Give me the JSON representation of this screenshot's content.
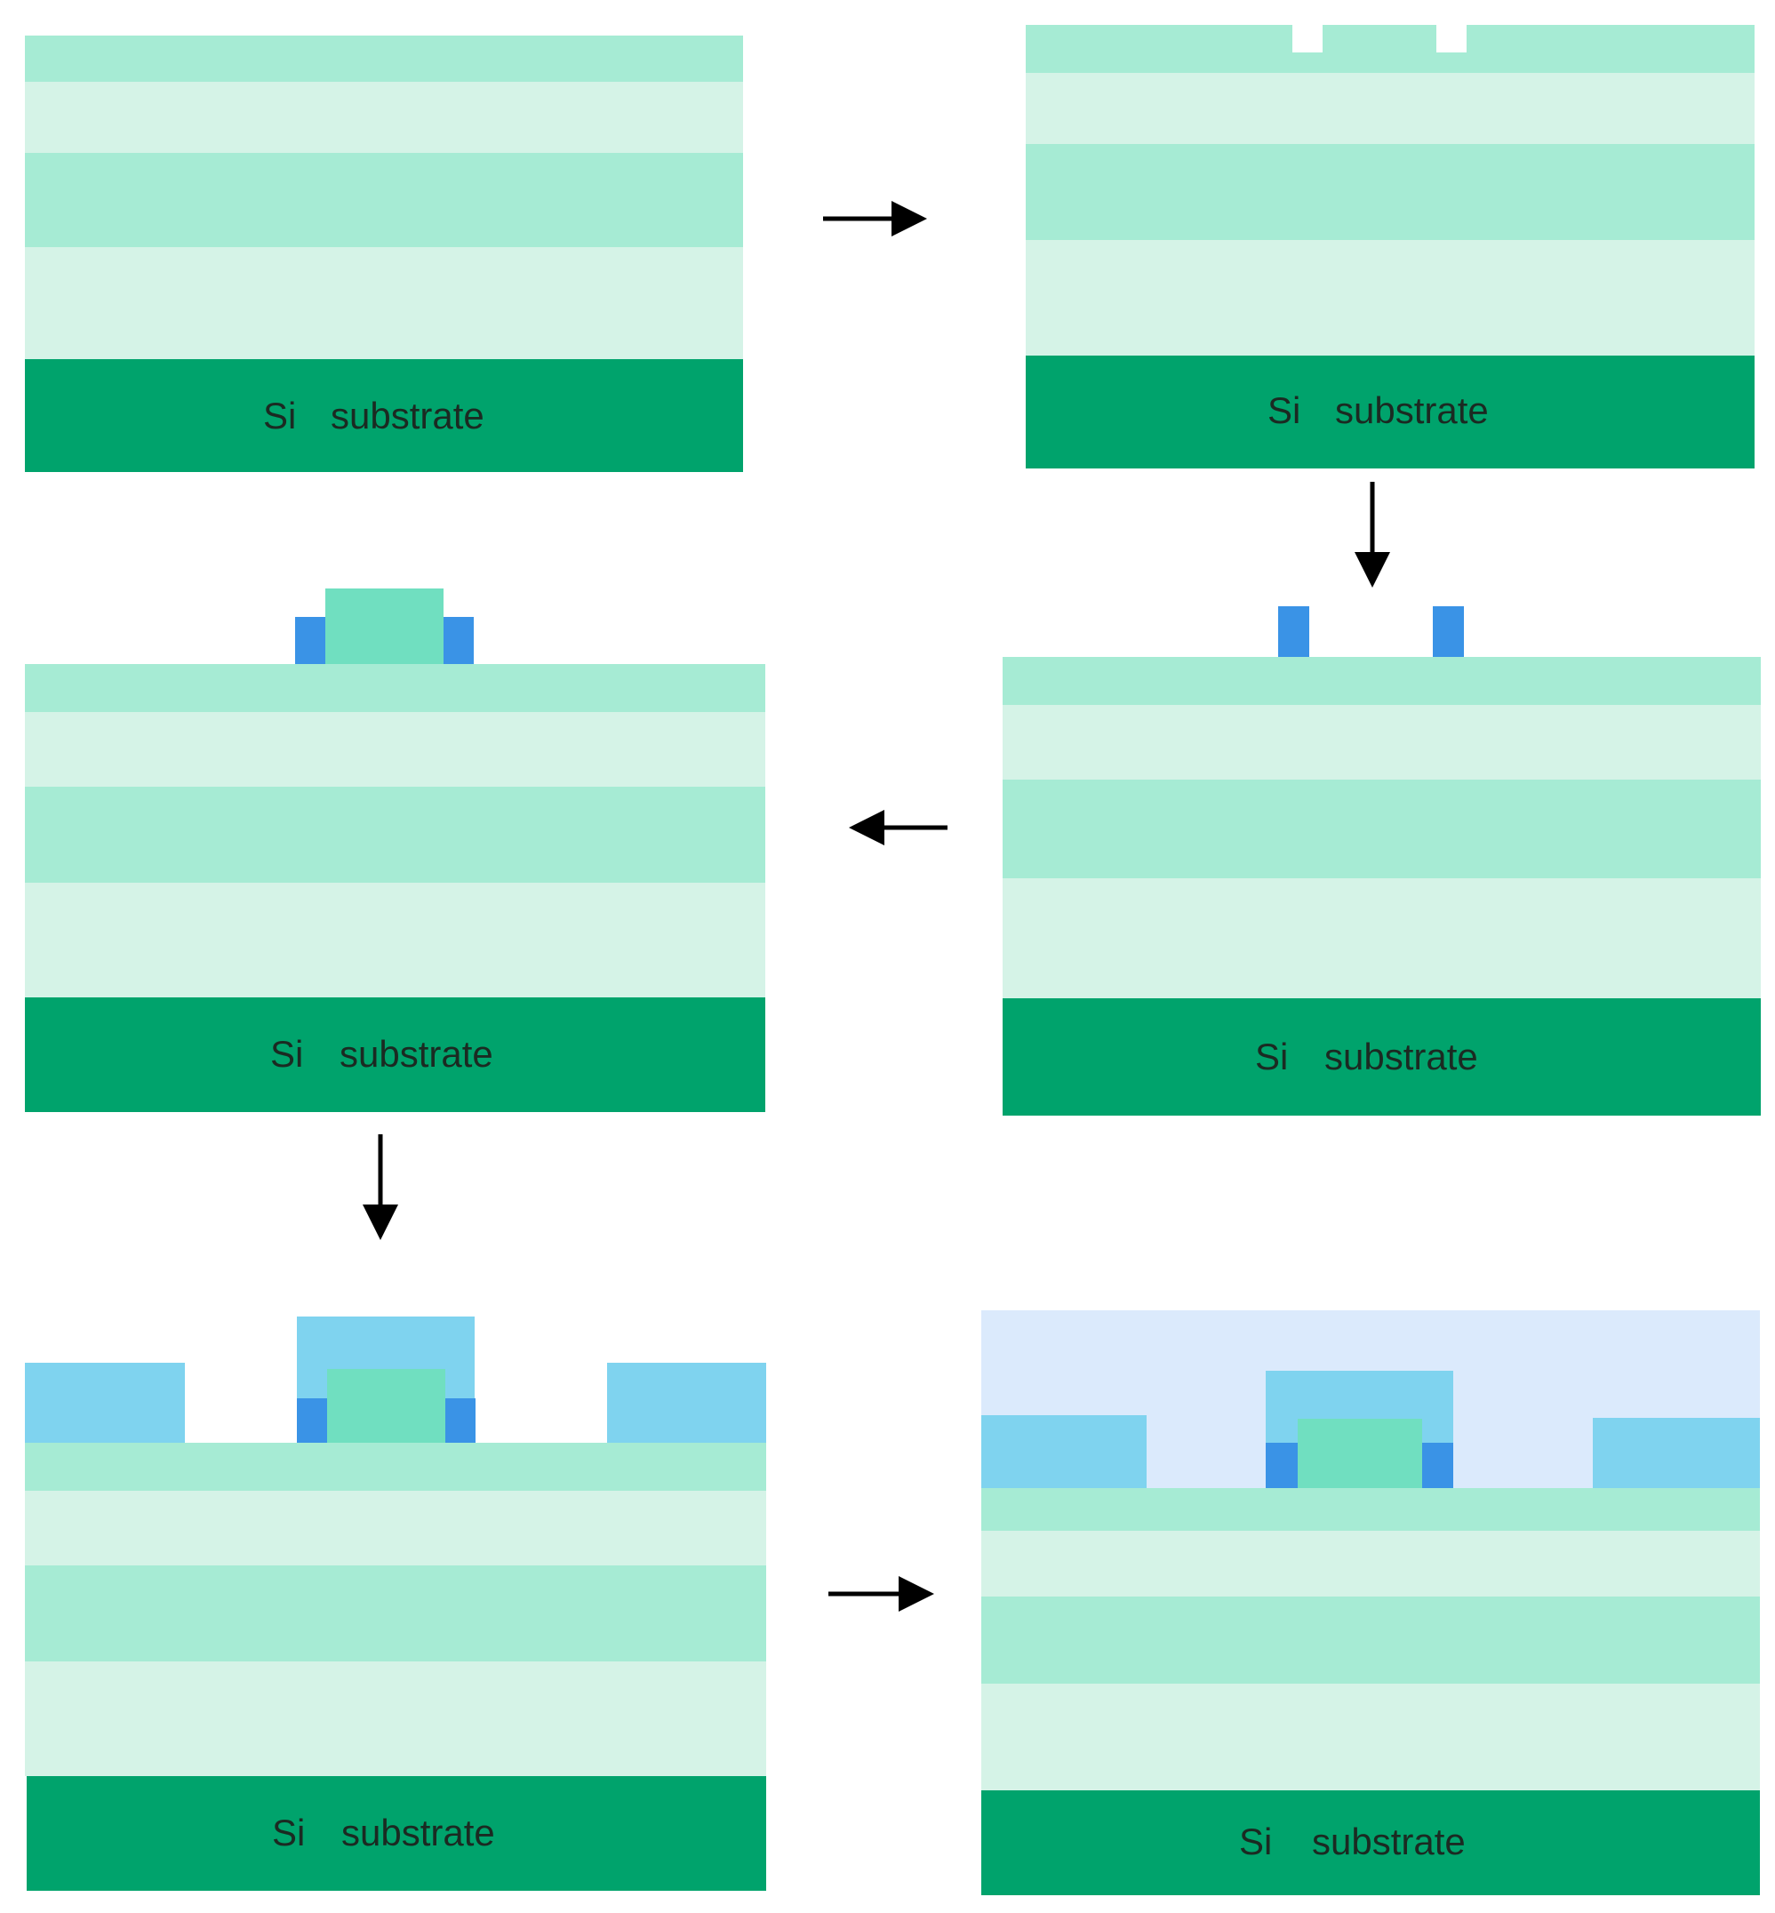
{
  "diagram": {
    "substrate_label_si": "Si",
    "substrate_label_word": "substrate",
    "colors": {
      "background": "#ffffff",
      "substrate": "#00a36c",
      "layer_mid_green": "#a6ebd4",
      "layer_pale_green": "#d5f3e7",
      "gate_green": "#70dfc0",
      "spacer_blue": "#3a93e6",
      "contact_light_blue": "#7fd3ef",
      "passivation_pale_blue": "#dbeafc",
      "arrow": "#000000"
    },
    "steps": [
      {
        "id": 1,
        "features": [
          "layer stack",
          "Si substrate"
        ]
      },
      {
        "id": 2,
        "features": [
          "layer stack",
          "two openings in top layer",
          "Si substrate"
        ]
      },
      {
        "id": 3,
        "features": [
          "layer stack",
          "two spacers",
          "Si substrate"
        ]
      },
      {
        "id": 4,
        "features": [
          "layer stack",
          "gate between spacers",
          "Si substrate"
        ]
      },
      {
        "id": 5,
        "features": [
          "layer stack",
          "gate with spacers",
          "contacts",
          "cap over gate",
          "Si substrate"
        ]
      },
      {
        "id": 6,
        "features": [
          "layer stack",
          "gate with spacers",
          "contacts",
          "cap over gate",
          "passivation cover",
          "Si substrate"
        ]
      }
    ],
    "arrows": [
      {
        "from": 1,
        "to": 2,
        "direction": "right"
      },
      {
        "from": 2,
        "to": 3,
        "direction": "down"
      },
      {
        "from": 3,
        "to": 4,
        "direction": "left"
      },
      {
        "from": 4,
        "to": 5,
        "direction": "down"
      },
      {
        "from": 5,
        "to": 6,
        "direction": "right"
      }
    ]
  }
}
